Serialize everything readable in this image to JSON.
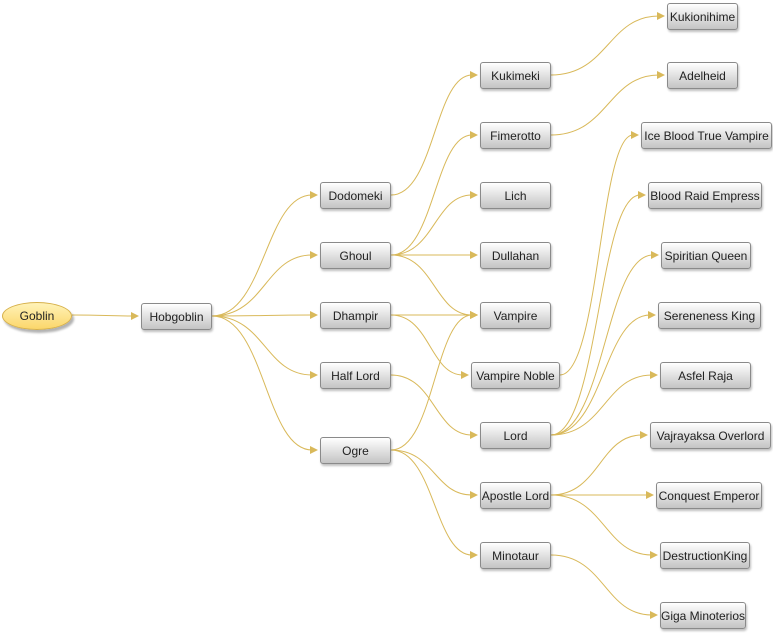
{
  "colors": {
    "edge": "#d9b95a",
    "root_fill": "#fcd96e"
  },
  "nodes": {
    "goblin": "Goblin",
    "hobgoblin": "Hobgoblin",
    "dodomeki": "Dodomeki",
    "ghoul": "Ghoul",
    "dhampir": "Dhampir",
    "halflord": "Half Lord",
    "ogre": "Ogre",
    "kukimeki": "Kukimeki",
    "fimerotto": "Fimerotto",
    "lich": "Lich",
    "dullahan": "Dullahan",
    "vampire": "Vampire",
    "vampirenoble": "Vampire Noble",
    "lord": "Lord",
    "apostlelord": "Apostle Lord",
    "minotaur": "Minotaur",
    "kukionihime": "Kukionihime",
    "adelheid": "Adelheid",
    "iceblood": "Ice Blood True Vampire",
    "bloodraid": "Blood Raid Empress",
    "spiritian": "Spiritian Queen",
    "sereneness": "Sereneness King",
    "asfel": "Asfel Raja",
    "vajrayaksa": "Vajrayaksa Overlord",
    "conquest": "Conquest Emperor",
    "destruction": "DestructionKing",
    "giga": "Giga Minoterios"
  },
  "edges": [
    [
      "goblin",
      "hobgoblin"
    ],
    [
      "hobgoblin",
      "dodomeki"
    ],
    [
      "hobgoblin",
      "ghoul"
    ],
    [
      "hobgoblin",
      "dhampir"
    ],
    [
      "hobgoblin",
      "halflord"
    ],
    [
      "hobgoblin",
      "ogre"
    ],
    [
      "dodomeki",
      "kukimeki"
    ],
    [
      "ghoul",
      "fimerotto"
    ],
    [
      "ghoul",
      "lich"
    ],
    [
      "ghoul",
      "dullahan"
    ],
    [
      "ghoul",
      "vampire"
    ],
    [
      "dhampir",
      "vampire"
    ],
    [
      "dhampir",
      "vampirenoble"
    ],
    [
      "halflord",
      "lord"
    ],
    [
      "ogre",
      "vampire"
    ],
    [
      "ogre",
      "apostlelord"
    ],
    [
      "ogre",
      "minotaur"
    ],
    [
      "kukimeki",
      "kukionihime"
    ],
    [
      "fimerotto",
      "adelheid"
    ],
    [
      "vampirenoble",
      "iceblood"
    ],
    [
      "lord",
      "bloodraid"
    ],
    [
      "lord",
      "spiritian"
    ],
    [
      "lord",
      "sereneness"
    ],
    [
      "lord",
      "asfel"
    ],
    [
      "apostlelord",
      "vajrayaksa"
    ],
    [
      "apostlelord",
      "conquest"
    ],
    [
      "apostlelord",
      "destruction"
    ],
    [
      "minotaur",
      "giga"
    ]
  ]
}
